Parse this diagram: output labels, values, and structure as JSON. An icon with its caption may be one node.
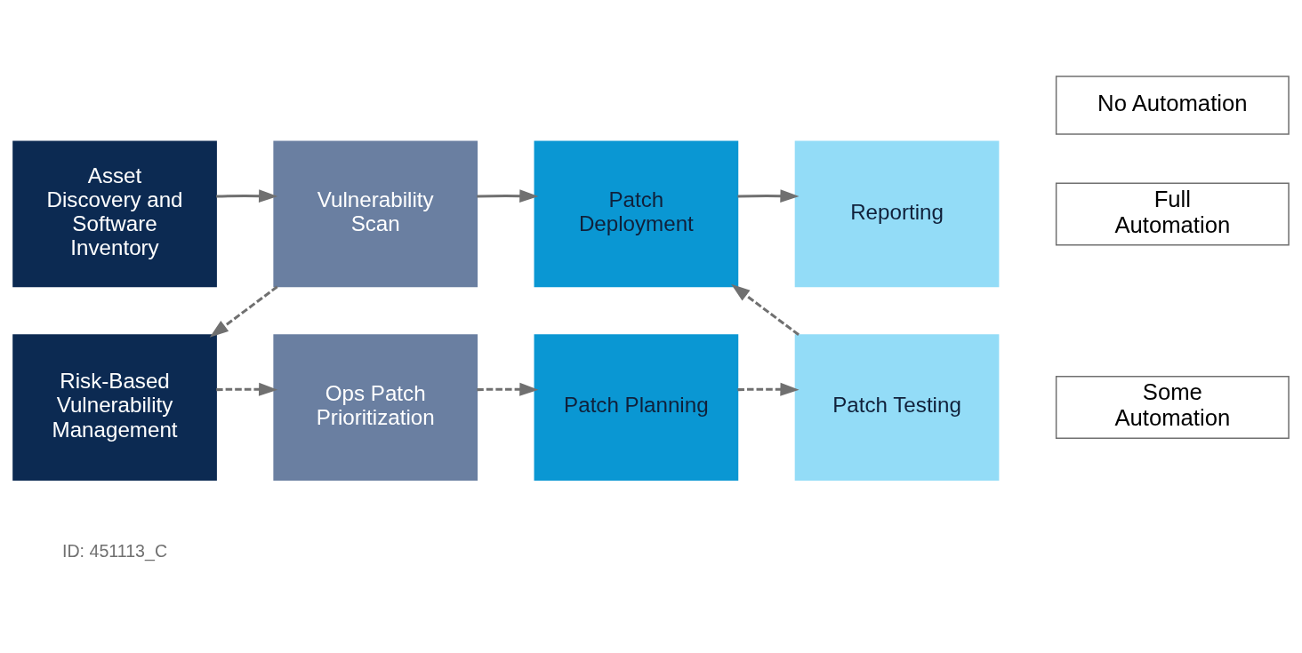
{
  "diagram": {
    "nodes": [
      {
        "text": [
          "Asset Discovery and Software Inventory"
        ]
      },
      {
        "text": [
          "Vulnerability Scan"
        ]
      },
      {
        "text": [
          "Patch Deployment"
        ]
      },
      {
        "text": [
          "Reporting"
        ]
      },
      {
        "text": [
          "Full Automation"
        ]
      },
      {
        "text": [
          "Risk-Based Vulnerability Management"
        ]
      },
      {
        "text": [
          "Patch Testing"
        ]
      },
      {
        "text": [
          "Some Automation"
        ]
      },
      {
        "text": [
          "Ops Patch Prioritization"
        ]
      },
      {
        "text": [
          "Patch Planning"
        ]
      },
      {
        "text": [
          "No Automation"
        ]
      }
    ],
    "edges": [
      {
        "from": 0,
        "to": 1,
        "arrow": "to"
      },
      {
        "from": 1,
        "to": 2,
        "arrow": "to"
      },
      {
        "from": 2,
        "to": 3,
        "arrow": "to"
      },
      {
        "from": 1,
        "to": 5,
        "arrow": "to",
        "style": "dashed"
      },
      {
        "from": 5,
        "to": 8,
        "arrow": "to",
        "style": "dashed"
      },
      {
        "from": 8,
        "to": 9,
        "arrow": "to",
        "style": "dashed"
      },
      {
        "from": 9,
        "to": 6,
        "arrow": "to",
        "style": "dashed"
      },
      {
        "from": 6,
        "to": 2,
        "arrow": "to",
        "style": "dashed"
      }
    ],
    "labels": [
      "ID: 451113_C"
    ]
  }
}
